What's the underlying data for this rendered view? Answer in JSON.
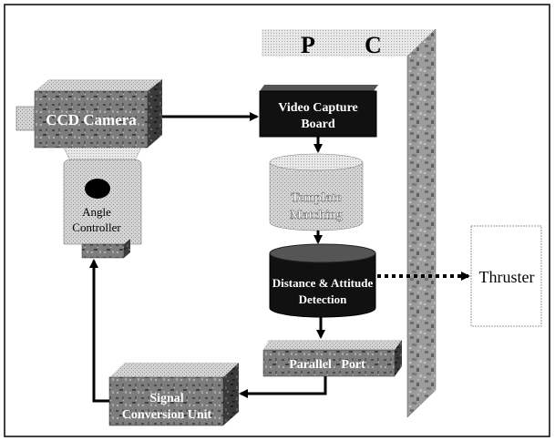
{
  "pc_panel": {
    "letter_p": "P",
    "letter_c": "C"
  },
  "camera": {
    "label": "CCD Camera"
  },
  "angle_controller": {
    "line1": "Angle",
    "line2": "Controller"
  },
  "video_capture": {
    "line1": "Video Capture",
    "line2": "Board"
  },
  "template_matching": {
    "line1": "Template",
    "line2": "Matching"
  },
  "distance_attitude": {
    "line1": "Distance & Attitude",
    "line2": "Detection"
  },
  "parallel_port": {
    "label": "Parallel   Port"
  },
  "signal_conversion": {
    "line1": "Signal",
    "line2": "Conversion Unit"
  },
  "thruster": {
    "label": "Thruster"
  }
}
